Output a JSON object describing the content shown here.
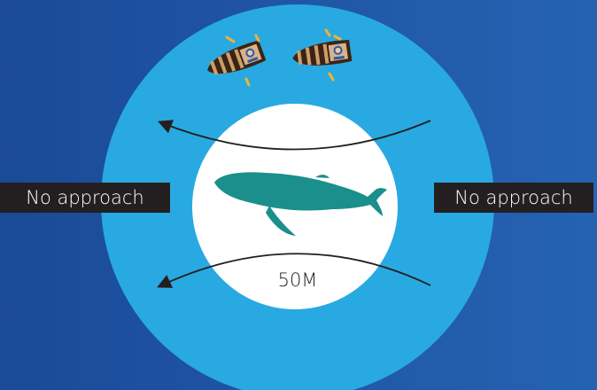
{
  "zones": {
    "left_label": "No approach",
    "right_label": "No approach",
    "distance_label": "50M"
  },
  "colors": {
    "background_start": "#1a4a98",
    "background_end": "#2563b2",
    "outer_zone": "#29a9e1",
    "inner_zone": "#ffffff",
    "whale": "#1a8f8b",
    "label_bg": "#231f20",
    "boat_hull": "#3d2314",
    "boat_stripe": "#c9a06a",
    "motion_marks": "#f2b233"
  },
  "icons": [
    "whale-icon",
    "boat-icon",
    "boat-icon",
    "arrow-left-icon",
    "arrow-left-icon"
  ]
}
